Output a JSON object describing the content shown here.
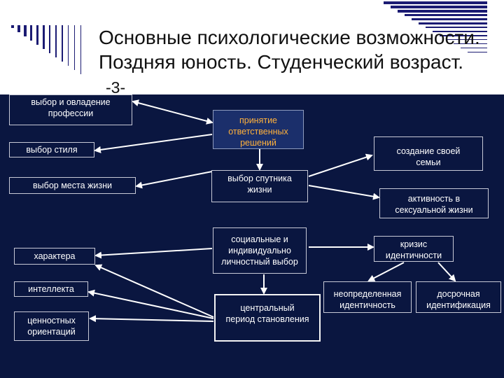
{
  "title": {
    "line1": "Основные психологические возможности.",
    "line2": "Поздняя юность. Студенческий возраст.",
    "number": "-3-"
  },
  "boxes": {
    "profession": "выбор и овладение\nпрофессии",
    "style": "выбор стиля",
    "place": "выбор места жизни",
    "responsible": "принятие\nответственных\nрешений",
    "partner": "выбор спутника\nжизни",
    "family": "создание своей\nсемьи",
    "sexual": "активность в\nсексуальной жизни",
    "social": "социальные и\nиндивидуально\nличностный выбор",
    "crisis": "кризис\nидентичности",
    "character": "характера",
    "intellect": "интеллекта",
    "values": "ценностных\nориентаций",
    "central": "центральный\nпериод становления",
    "undefined": "неопределенная\nидентичность",
    "early": "досрочная\nидентификация"
  },
  "colors": {
    "background": "#0a1640",
    "box_light": "#1b2f6b",
    "accent_text": "#ffb13b",
    "decoration": "#1b1b73"
  }
}
